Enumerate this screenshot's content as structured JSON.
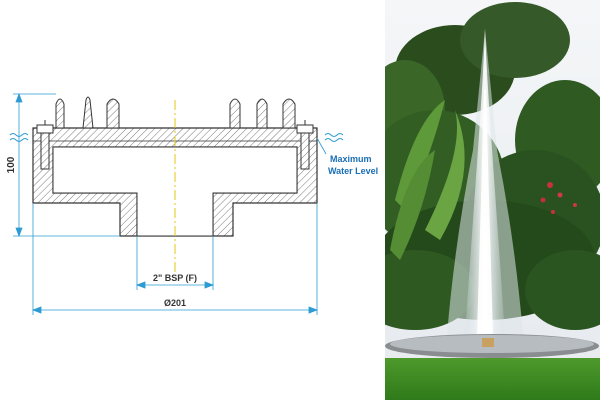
{
  "drawing": {
    "dimensions": {
      "height": "100",
      "bsp": "2\" BSP (F)",
      "diameter": "Ø201"
    },
    "water_level": {
      "line1": "Maximum",
      "line2": "Water Level"
    }
  },
  "colors": {
    "outline": "#333333",
    "hatch": "#7a7a7a",
    "dimension": "#2e9bd3",
    "water_label": "#1a6fb5",
    "centerline": "#e6c61a"
  }
}
